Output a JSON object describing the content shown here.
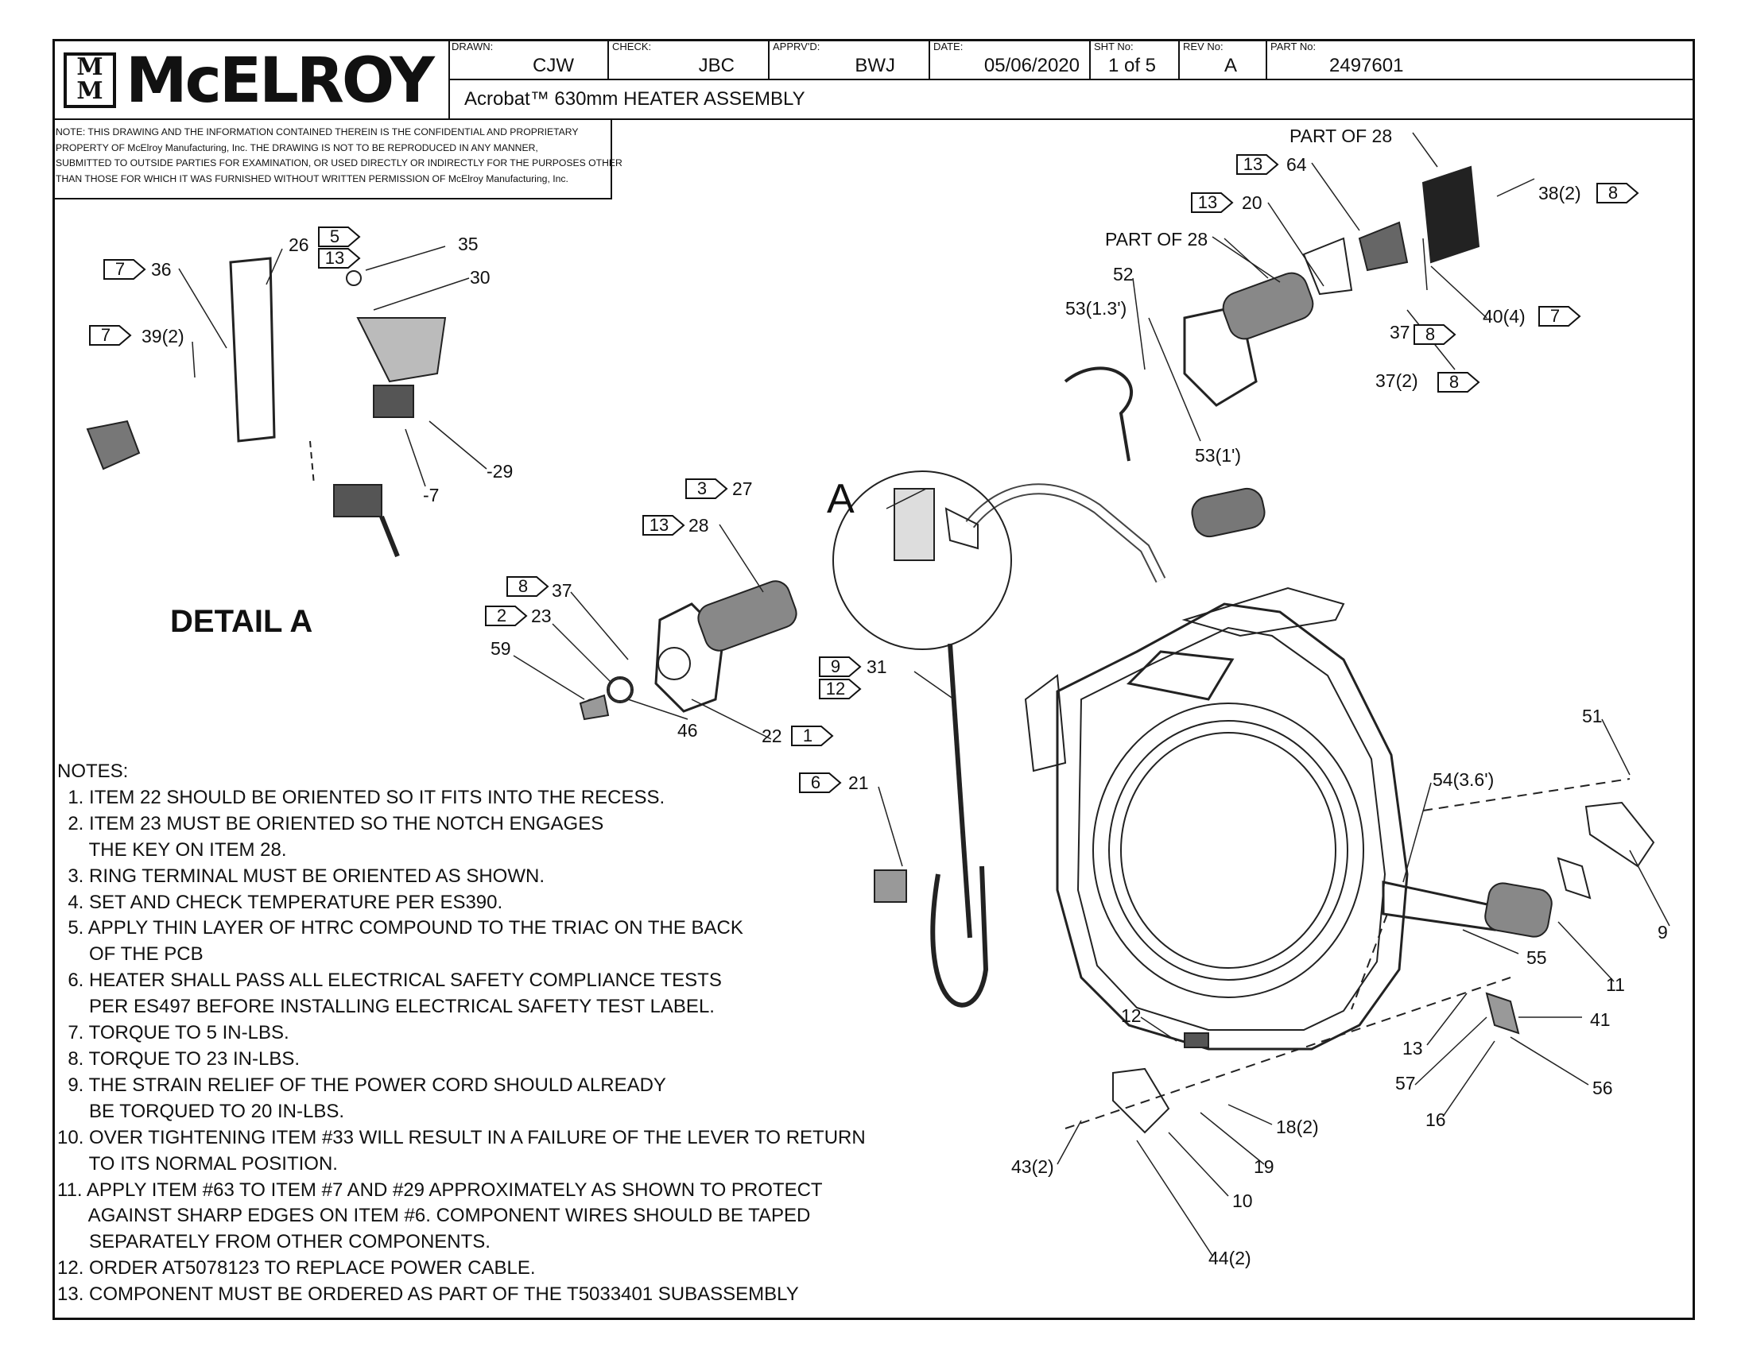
{
  "title_block": {
    "logo_mark": "M",
    "company": "McELROY",
    "drawn_label": "DRAWN:",
    "drawn": "CJW",
    "check_label": "CHECK:",
    "check": "JBC",
    "apprvd_label": "APPRV'D:",
    "apprvd": "BWJ",
    "date_label": "DATE:",
    "date": "05/06/2020",
    "sheet_label": "SHT No:",
    "sheet": "1 of 5",
    "rev_label": "REV No:",
    "rev": "A",
    "part_label": "PART No:",
    "part": "2497601",
    "title": "Acrobat™ 630mm HEATER ASSEMBLY"
  },
  "confidentiality": [
    "NOTE: THIS DRAWING AND THE INFORMATION CONTAINED THEREIN IS THE CONFIDENTIAL AND PROPRIETARY",
    "PROPERTY OF McElroy Manufacturing, Inc. THE DRAWING IS NOT TO BE REPRODUCED IN ANY MANNER,",
    "SUBMITTED TO OUTSIDE PARTIES FOR EXAMINATION, OR USED DIRECTLY OR INDIRECTLY FOR THE PURPOSES OTHER",
    "THAN THOSE FOR WHICH IT WAS FURNISHED WITHOUT WRITTEN PERMISSION OF McElroy Manufacturing, Inc."
  ],
  "detail_label": "DETAIL A",
  "detail_marker": "A",
  "notes": {
    "heading": "NOTES:",
    "lines": [
      "  1. ITEM 22 SHOULD BE ORIENTED SO IT FITS INTO THE RECESS.",
      "  2. ITEM 23 MUST BE ORIENTED SO THE NOTCH ENGAGES",
      "      THE KEY ON ITEM 28.",
      "  3. RING TERMINAL MUST BE ORIENTED AS SHOWN.",
      "  4. SET AND CHECK TEMPERATURE PER ES390.",
      "  5. APPLY THIN LAYER OF HTRC COMPOUND TO THE TRIAC ON THE BACK",
      "      OF THE PCB",
      "  6. HEATER SHALL PASS ALL ELECTRICAL SAFETY COMPLIANCE TESTS",
      "      PER ES497 BEFORE INSTALLING ELECTRICAL SAFETY TEST LABEL.",
      "  7. TORQUE TO 5 IN-LBS.",
      "  8. TORQUE TO 23 IN-LBS.",
      "  9. THE STRAIN RELIEF OF THE POWER CORD SHOULD ALREADY",
      "      BE TORQUED TO 20 IN-LBS.",
      "10. OVER TIGHTENING ITEM #33 WILL RESULT IN A FAILURE OF THE LEVER TO RETURN",
      "      TO ITS NORMAL POSITION.",
      "11. APPLY ITEM #63 TO ITEM #7 AND #29 APPROXIMATELY AS SHOWN TO PROTECT",
      "      AGAINST SHARP EDGES ON ITEM #6. COMPONENT WIRES SHOULD BE TAPED",
      "      SEPARATELY FROM OTHER COMPONENTS.",
      "12. ORDER AT5078123 TO REPLACE POWER CABLE.",
      "13. COMPONENT MUST BE ORDERED AS PART OF THE T5033401 SUBASSEMBLY"
    ]
  },
  "callouts": {
    "part_of_28_a": "PART OF 28",
    "part_of_28_b": "PART OF 28",
    "c64": "64",
    "c20": "20",
    "c38": "38(2)",
    "c52": "52",
    "c53a": "53(1.3')",
    "c37a": "37",
    "c40": "40(4)",
    "c37b": "37(2)",
    "c53b": "53(1')",
    "c36": "36",
    "c26": "26",
    "c35": "35",
    "c30": "30",
    "c39": "39(2)",
    "c29": "-29",
    "c7": "-7",
    "c27": "27",
    "c28": "28",
    "c37c": "37",
    "c23": "23",
    "c59": "59",
    "c46": "46",
    "c22": "22",
    "c31": "31",
    "c21": "21",
    "c51": "51",
    "c54": "54(3.6')",
    "c9": "9",
    "c55": "55",
    "c11": "11",
    "c41": "41",
    "c12": "12",
    "c13": "13",
    "c57": "57",
    "c56": "56",
    "c16": "16",
    "c18": "18(2)",
    "c19": "19",
    "c43": "43(2)",
    "c10": "10",
    "c44": "44(2)"
  },
  "note_tags": {
    "t64": "13",
    "t20": "13",
    "t38": "8",
    "t37a": "8",
    "t40": "7",
    "t37b": "8",
    "t36": "7",
    "t39": "7",
    "t35a": "5",
    "t35b": "13",
    "t27": "3",
    "t28": "13",
    "t37c": "8",
    "t23": "2",
    "t22": "1",
    "t31a": "9",
    "t31b": "12",
    "t21": "6"
  }
}
